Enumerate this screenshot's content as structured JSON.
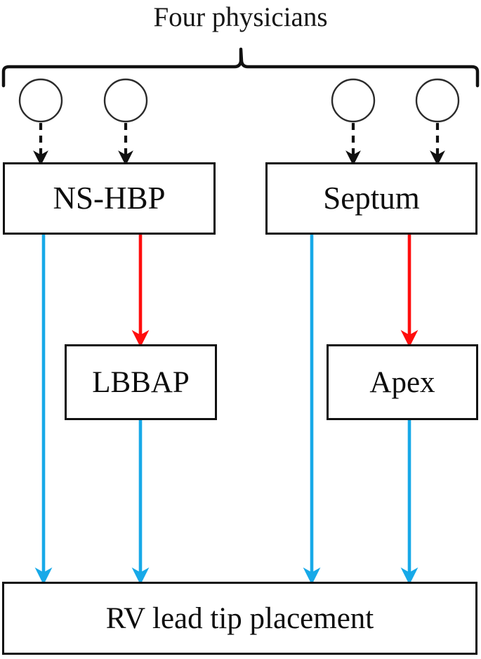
{
  "diagram": {
    "title": "Four physicians",
    "type": "flowchart",
    "colors": {
      "stroke_black": "#111111",
      "arrow_red": "#FF0D0D",
      "arrow_blue": "#17A9E8",
      "background": "#FFFFFF"
    },
    "brace": {
      "name": "four-physicians-brace",
      "spans_nodes": [
        "physician-1",
        "physician-2",
        "physician-3",
        "physician-4"
      ]
    },
    "physicians": [
      {
        "id": "physician-1",
        "label": ""
      },
      {
        "id": "physician-2",
        "label": ""
      },
      {
        "id": "physician-3",
        "label": ""
      },
      {
        "id": "physician-4",
        "label": ""
      }
    ],
    "nodes": {
      "ns_hbp": "NS-HBP",
      "septum": "Septum",
      "lbbap": "LBBAP",
      "apex": "Apex",
      "rv_lead": "RV lead tip placement"
    },
    "edges": [
      {
        "from": "physician-1",
        "to": "ns_hbp",
        "style": "dashed",
        "color": "#111111"
      },
      {
        "from": "physician-2",
        "to": "ns_hbp",
        "style": "dashed",
        "color": "#111111"
      },
      {
        "from": "physician-3",
        "to": "septum",
        "style": "dashed",
        "color": "#111111"
      },
      {
        "from": "physician-4",
        "to": "septum",
        "style": "dashed",
        "color": "#111111"
      },
      {
        "from": "ns_hbp",
        "to": "lbbap",
        "style": "solid",
        "color": "#FF0D0D"
      },
      {
        "from": "septum",
        "to": "apex",
        "style": "solid",
        "color": "#FF0D0D"
      },
      {
        "from": "ns_hbp",
        "to": "rv_lead",
        "style": "solid",
        "color": "#17A9E8"
      },
      {
        "from": "lbbap",
        "to": "rv_lead",
        "style": "solid",
        "color": "#17A9E8"
      },
      {
        "from": "septum",
        "to": "rv_lead",
        "style": "solid",
        "color": "#17A9E8"
      },
      {
        "from": "apex",
        "to": "rv_lead",
        "style": "solid",
        "color": "#17A9E8"
      }
    ]
  }
}
